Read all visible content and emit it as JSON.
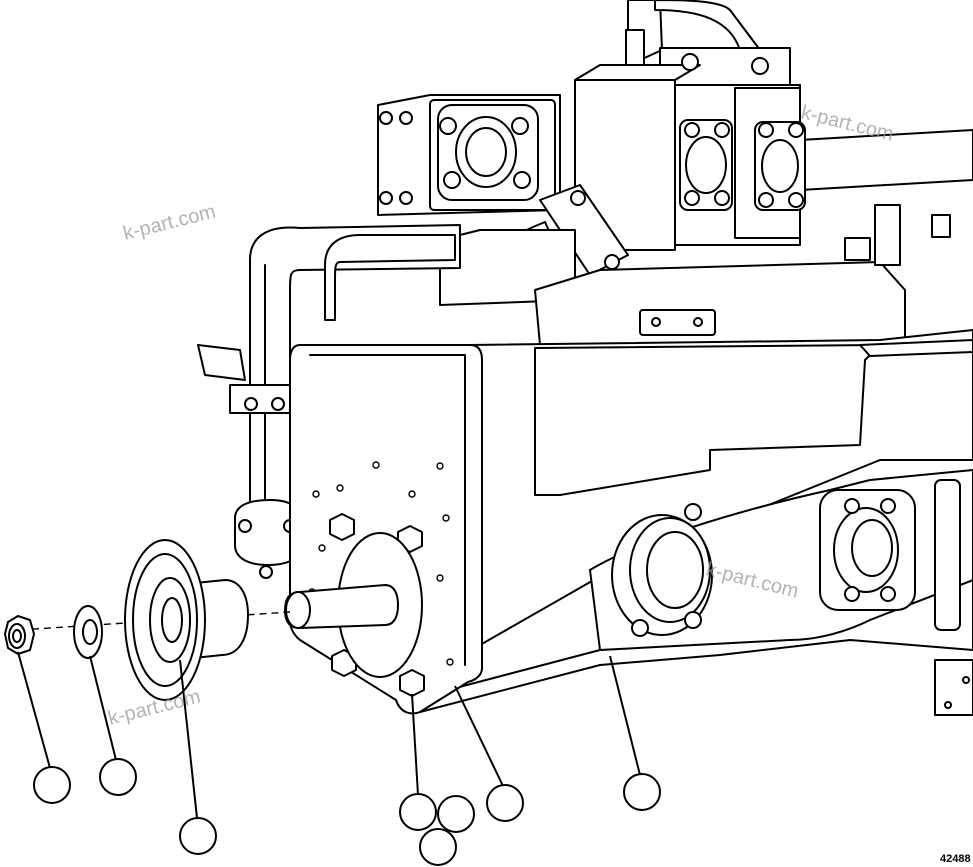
{
  "diagram": {
    "watermark": "k-part.com",
    "drawing_number": "42488",
    "callouts": [
      {
        "id": "callout-nut",
        "label": ""
      },
      {
        "id": "callout-washer",
        "label": ""
      },
      {
        "id": "callout-hub-flange",
        "label": ""
      },
      {
        "id": "callout-bolt-a",
        "label": ""
      },
      {
        "id": "callout-bolt-b",
        "label": ""
      },
      {
        "id": "callout-bolt-c",
        "label": ""
      },
      {
        "id": "callout-mount-plate",
        "label": ""
      },
      {
        "id": "callout-frame",
        "label": ""
      }
    ]
  }
}
